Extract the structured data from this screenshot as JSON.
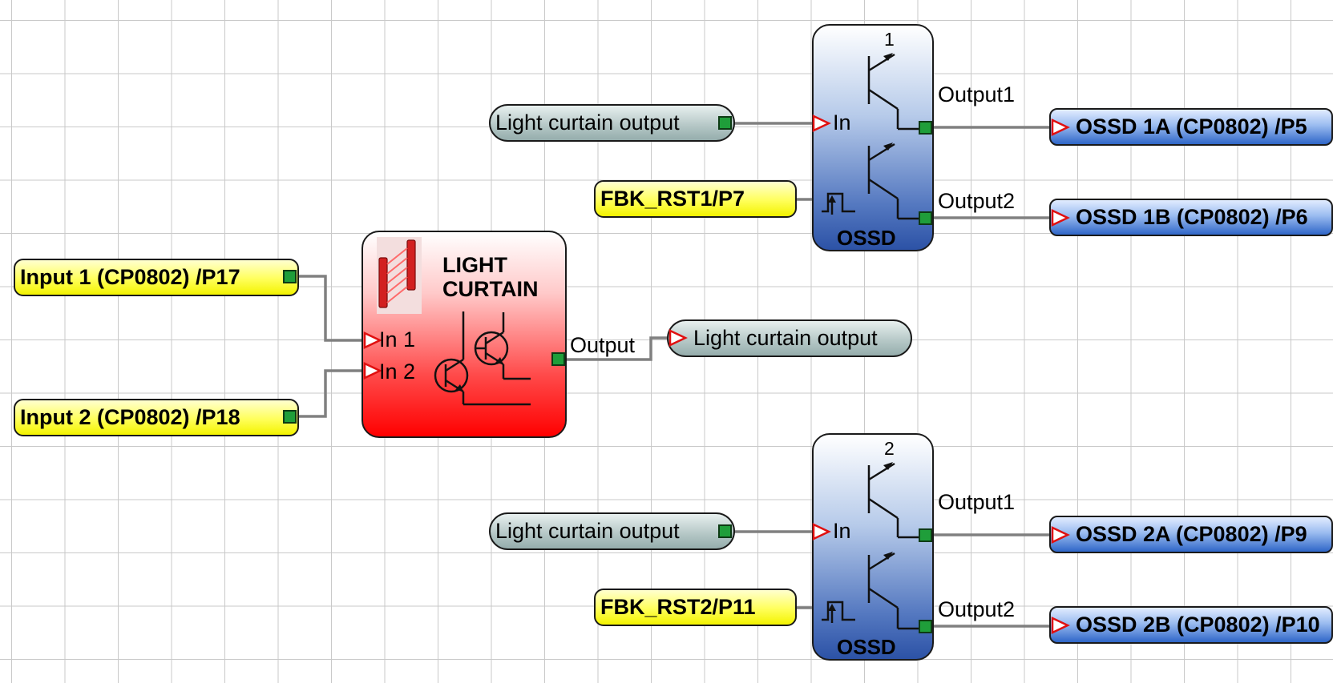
{
  "inputs": {
    "input1": "Input 1 (CP0802) /P17",
    "input2": "Input 2 (CP0802) /P18",
    "fbk1": "FBK_RST1/P7",
    "fbk2": "FBK_RST2/P11"
  },
  "light_curtain": {
    "title_line1": "LIGHT",
    "title_line2": "CURTAIN",
    "in1_label": "In 1",
    "in2_label": "In 2",
    "output_label": "Output",
    "output_tag": "Light curtain output"
  },
  "ossd1": {
    "number": "1",
    "name": "OSSD",
    "in_label": "In",
    "output1_label": "Output1",
    "output2_label": "Output2",
    "input_tag": "Light curtain output"
  },
  "ossd2": {
    "number": "2",
    "name": "OSSD",
    "in_label": "In",
    "output1_label": "Output1",
    "output2_label": "Output2",
    "input_tag": "Light curtain output"
  },
  "outputs": {
    "o1a": "OSSD 1A (CP0802) /P5",
    "o1b": "OSSD 1B (CP0802) /P6",
    "o2a": "OSSD 2A (CP0802) /P9",
    "o2b": "OSSD 2B (CP0802) /P10"
  },
  "colors": {
    "grid": "#c9c9c9",
    "wire": "#808080",
    "port_arrow": "#e01010",
    "connector": "#1f9e3a"
  }
}
